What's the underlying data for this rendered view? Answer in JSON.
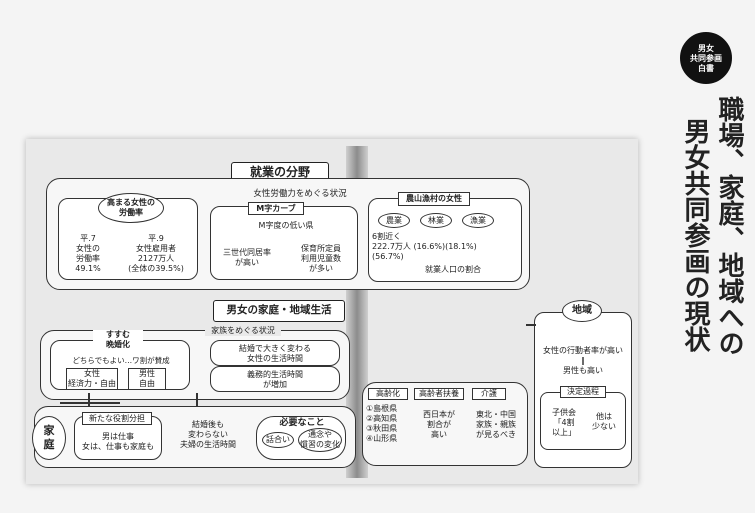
{
  "badge": {
    "lines": "男女\n共同参画\n白書"
  },
  "side_title": {
    "line1": "職場、家庭、地域への",
    "line2": "男女共同参画の現状"
  },
  "employment": {
    "heading": "就業の分野",
    "subtitle": "女性労働力をめぐる状況",
    "rising": {
      "label": "高まる女性の\n労働率",
      "left": "平.7\n女性の\n労働率\n49.1%",
      "right": "平.9\n女性雇用者\n2127万人\n(全体の39.5%)"
    },
    "mcurve": {
      "label": "M字カーブ",
      "sub": "M字度の低い県",
      "left": "三世代同居率\nが高い",
      "right": "保育所定員\n利用児童数\nが多い"
    },
    "rural": {
      "label": "農山漁村の女性",
      "tags": [
        "農業",
        "林業",
        "漁業"
      ],
      "stats": "6割近く\n222.7万人 (16.6%)(18.1%)\n(56.7%)",
      "note": "就業人口の割合"
    }
  },
  "family": {
    "heading": "男女の家庭・地域生活",
    "subtitle": "家族をめぐる状況",
    "late_marriage": {
      "label": "すすむ\n晩婚化",
      "text": "どちらでもよい…ワ割が賛成",
      "woman": "女性\n経済力・自由",
      "man": "男性\n自由"
    },
    "life": {
      "line1": "結婚で大きく変わる\n女性の生活時間",
      "line2": "義務的生活時間\nが増加"
    },
    "role": {
      "label": "新たな役割分担",
      "text": "男は仕事\n女は、仕事も家庭も"
    },
    "after_marriage": "結婚後も\n変わらない\n夫婦の生活時間",
    "needed": {
      "label": "必要なこと",
      "a": "話合い",
      "b": "通念や\n慣習の変化"
    },
    "home_label": "家\n庭"
  },
  "aging": {
    "col1": {
      "label": "高齢化",
      "items": "①島根県\n②高知県\n③秋田県\n④山形県"
    },
    "col2": {
      "label": "高齢者扶養",
      "text": "西日本が\n割合が\n高い"
    },
    "col3": {
      "label": "介護",
      "text": "東北・中国\n家族・親族\nが見るべき"
    }
  },
  "region": {
    "label": "地域",
    "text": "女性の行動者率が高い\n‖\n男性も高い",
    "decision": "決定過程",
    "left": "子供会\n「4割\n以上」",
    "right": "他は\n少ない"
  }
}
